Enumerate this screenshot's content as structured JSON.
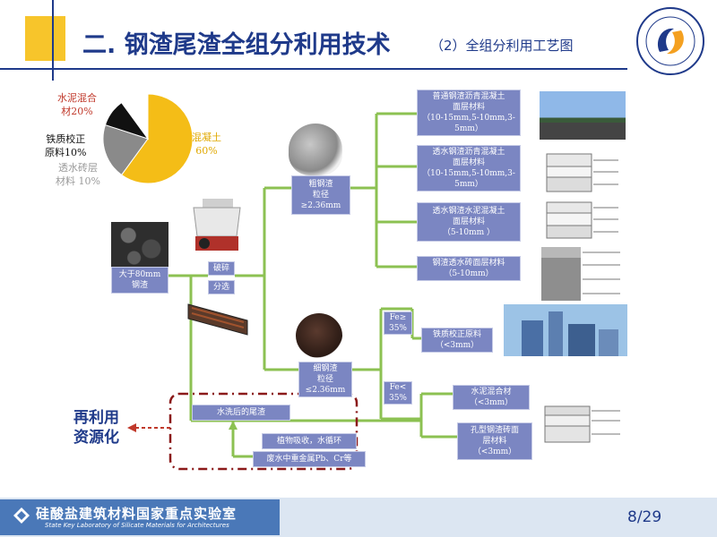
{
  "header": {
    "title": "二. 钢渣尾渣全组分利用技术",
    "subtitle": "（2）全组分利用工艺图"
  },
  "pie": {
    "slices": [
      {
        "label": "混凝土\n60%",
        "value": 60,
        "color": "#f4bd17"
      },
      {
        "label": "水泥混合\n材20%",
        "value": 20,
        "color": "#8a8a8a"
      },
      {
        "label": "铁质校正\n原料10%",
        "value": 10,
        "color": "#111111"
      },
      {
        "label": "透水砖层\n材料 10%",
        "value": 10,
        "color": "#ffffff"
      }
    ]
  },
  "flow": {
    "input": "大于80mm\n钢渣",
    "crush": "破碎",
    "sort": "分选",
    "coarse": "粗钢渣\n粒径\n≥2.36mm",
    "fine": "细钢渣\n粒径\n≤2.36mm",
    "product1": "普通钢渣沥青混凝土\n面层材料\n（10-15mm,5-10mm,3-\n5mm）",
    "product2": "透水钢渣沥青混凝土\n面层材料\n（10-15mm,5-10mm,3-\n5mm）",
    "product3": "透水钢渣水泥混凝土\n面层材料\n（5-10mm ）",
    "product4": "钢渣透水砖面层材料\n（5-10mm）",
    "fe_high": "Fe≥\n35%",
    "fe_low": "Fe<\n35%",
    "product5": "铁质校正原料\n（<3mm）",
    "product6": "水泥混合材\n（<3mm）",
    "product7": "孔型钢渣砖面\n层材料\n（<3mm）",
    "washed": "水洗后的尾渣",
    "plant": "植物吸收，水循环",
    "wastewater": "废水中重金属Pb、Cr等"
  },
  "reuse_label": "再利用\n资源化",
  "footer": {
    "lab_cn": "硅酸盐建筑材料国家重点实验室",
    "lab_en": "State Key Laboratory of Silicate Materials for Architectures",
    "page": "8/29"
  }
}
